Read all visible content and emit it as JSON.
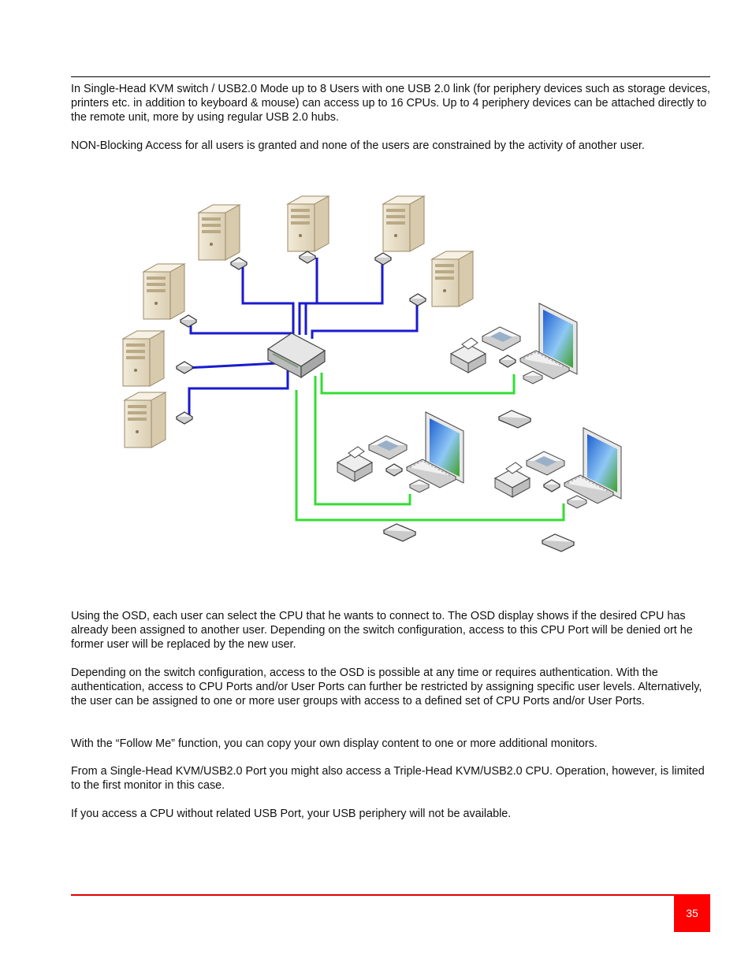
{
  "paragraphs": {
    "p1": "In Single-Head KVM switch / USB2.0 Mode up to 8 Users with one USB 2.0 link (for periphery devices such as storage devices, printers etc. in addition to keyboard & mouse) can access up to 16 CPUs. Up to 4 periphery devices can be attached directly to the remote unit, more by using regular USB 2.0 hubs.",
    "p2": "NON-Blocking Access for all users is granted and none of the users are constrained by the activity of another user.",
    "p3": "Using the OSD, each user can select the CPU that he wants to connect to. The OSD display shows if the desired CPU has already been assigned to another user. Depending on the switch configuration, access to this CPU Port will be denied ort he former user will be replaced by the new user.",
    "p4": "Depending on the switch configuration, access to the OSD is possible at any time or requires authentication. With the authentication, access to CPU Ports and/or User Ports can further be restricted by assigning specific user levels. Alternatively, the user can be assigned to one or more user groups with access to a defined set of CPU Ports and/or User Ports.",
    "p5": "With the “Follow Me” function, you can copy your own display content to one or more additional monitors.",
    "p6": "From a Single-Head KVM/USB2.0 Port you might also access a Triple-Head KVM/USB2.0 CPU. Operation, however, is limited to the first monitor in this case.",
    "p7": "If you access a CPU without related USB Port, your USB periphery will not be available."
  },
  "footer": {
    "page_number": "35"
  },
  "colors": {
    "cpu_link": "#1a1ad0",
    "user_link": "#33dd33",
    "accent": "#ff0000"
  },
  "diagram": {
    "cpu_icon": "tower-pc-icon",
    "switch_icon": "kvm-switch-icon",
    "workstation_icon": "monitor-icon",
    "peripherals": [
      "printer-icon",
      "scanner-icon",
      "keyboard-icon",
      "mouse-icon",
      "usb-drive-icon"
    ]
  }
}
